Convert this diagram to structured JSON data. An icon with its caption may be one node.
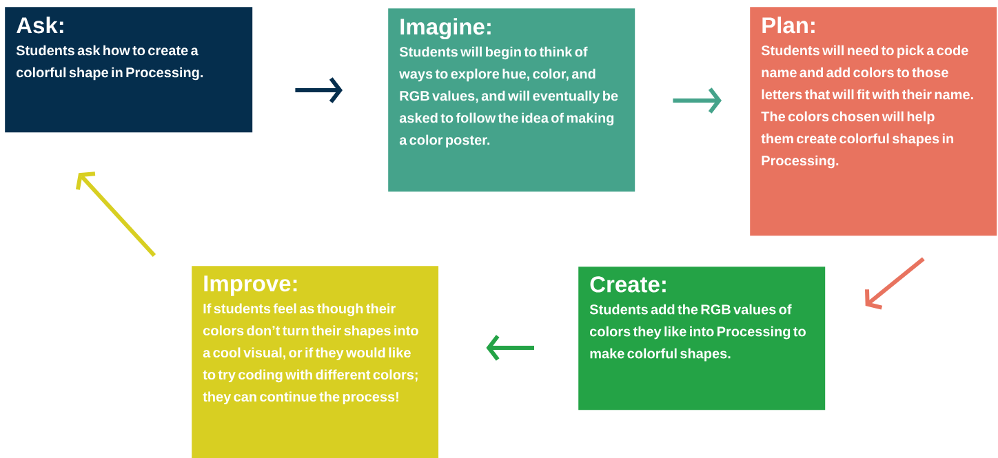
{
  "diagram": {
    "nodes": [
      {
        "text": [
          "Ask:",
          "Students ask how to create a colorful shape in Processing."
        ]
      },
      {
        "text": [
          "Imagine:",
          "Students will begin to think of ways to explore hue, color, and RGB values, and will eventually be asked to follow the idea of making a color poster."
        ]
      },
      {
        "text": [
          "Plan:",
          "Students will need to pick a code name and add colors to those letters that will fit with their name. The colors chosen will help them create colorful shapes in Processing."
        ]
      },
      {
        "text": [
          "Create:",
          "Students add the RGB values of colors they like into Processing to make colorful shapes."
        ]
      },
      {
        "text": [
          "Improve:",
          "If students feel as though their colors don’t turn their shapes into a cool visual, or if they would like to try coding with different colors; they can continue the process!"
        ]
      }
    ],
    "edges": [
      {
        "from": 0,
        "to": 1,
        "arrow": "to",
        "color": "#052e4d"
      },
      {
        "from": 1,
        "to": 2,
        "arrow": "to",
        "color": "#45a38b"
      },
      {
        "from": 2,
        "to": 3,
        "arrow": "to",
        "color": "#e8735f"
      },
      {
        "from": 3,
        "to": 4,
        "arrow": "to",
        "color": "#24a346"
      },
      {
        "from": 4,
        "to": 0,
        "arrow": "to",
        "color": "#d8cf22"
      }
    ]
  }
}
